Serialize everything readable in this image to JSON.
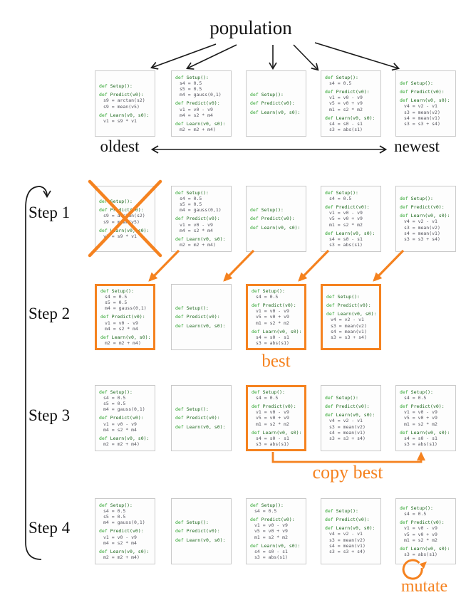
{
  "colors": {
    "orange": "#f5821f",
    "keyword_green": "#2fa52f",
    "signature_green": "#1a661a",
    "code_body_gray": "#55555e",
    "arrow_black": "#1a1a1a",
    "card_border_gray": "#c9c9c9"
  },
  "labels": {
    "population": "population",
    "oldest": "oldest",
    "newest": "newest",
    "steps": [
      "Step 1",
      "Step 2",
      "Step 3",
      "Step 4"
    ],
    "best": "best",
    "copy_best": "copy best",
    "mutate": "mutate"
  },
  "icons": {
    "cross_out": "orange-x-icon",
    "cycle_loop": "loop-arrow-icon",
    "mutate_loop": "circular-arrow-icon"
  },
  "programs": {
    "arctan": {
      "blocks": [
        [
          "def Setup():"
        ],
        [
          "def Predict(v0):",
          "s9 = arctan(s2)",
          "s9 = mean(v5)"
        ],
        [
          "def Learn(v0, s0):",
          "v1 = s9 * v1"
        ]
      ]
    },
    "gauss": {
      "blocks": [
        [
          "def Setup():",
          "s4 = 0.5",
          "s5 = 0.5",
          "m4 = gauss(0,1)"
        ],
        [
          "def Predict(v0):",
          "v1 = v0 - v9",
          "m4 = s2 * m4"
        ],
        [
          "def Learn(v0, s0):",
          "m2 = m2 + m4)"
        ]
      ]
    },
    "empty": {
      "blocks": [
        [
          "def Setup():"
        ],
        [
          "def Predict(v0):"
        ],
        [
          "def Learn(v0, s0):"
        ]
      ]
    },
    "best": {
      "blocks": [
        [
          "def Setup():",
          "s4 = 0.5"
        ],
        [
          "def Predict(v0):",
          "v1 = v0 - v9",
          "v5 = v0 + v9",
          "m1 = s2 * m2"
        ],
        [
          "def Learn(v0, s0):",
          "s4 = s0 - s1",
          "s3 = abs(s1)"
        ]
      ]
    },
    "mean": {
      "blocks": [
        [
          "def Setup():"
        ],
        [
          "def Predict(v0):"
        ],
        [
          "def Learn(v0, s0):",
          "v4 = v2 - v1",
          "s3 = mean(v2)",
          "s4 = mean(v1)",
          "s3 = s3 + s4)"
        ]
      ]
    },
    "mutated": {
      "blocks": [
        [
          "def Setup():",
          "s4 = 0.5"
        ],
        [
          "def Predict(v0):",
          "v1 = v0 - v9",
          "v5 = v0 + v9",
          "m1 = s2 * m2"
        ],
        [
          "def Learn(v0, s0):",
          "s3 = abs(s1)"
        ]
      ]
    }
  },
  "rows": [
    {
      "name": "population",
      "cards": [
        {
          "col": 0,
          "program": "arctan"
        },
        {
          "col": 1,
          "program": "gauss"
        },
        {
          "col": 2,
          "program": "empty"
        },
        {
          "col": 3,
          "program": "best"
        },
        {
          "col": 4,
          "program": "mean"
        }
      ]
    },
    {
      "name": "step1",
      "cards": [
        {
          "col": 0,
          "program": "arctan",
          "crossed": true
        },
        {
          "col": 1,
          "program": "gauss"
        },
        {
          "col": 2,
          "program": "empty"
        },
        {
          "col": 3,
          "program": "best"
        },
        {
          "col": 4,
          "program": "mean"
        }
      ]
    },
    {
      "name": "step2",
      "cards": [
        {
          "col": 0,
          "program": "gauss",
          "highlight": true
        },
        {
          "col": 1,
          "program": "empty"
        },
        {
          "col": 2,
          "program": "best",
          "highlight": true
        },
        {
          "col": 3,
          "program": "mean",
          "highlight": true
        }
      ]
    },
    {
      "name": "step3",
      "cards": [
        {
          "col": 0,
          "program": "gauss"
        },
        {
          "col": 1,
          "program": "empty"
        },
        {
          "col": 2,
          "program": "best",
          "highlight": true
        },
        {
          "col": 3,
          "program": "mean"
        },
        {
          "col": 4,
          "program": "best"
        }
      ]
    },
    {
      "name": "step4",
      "cards": [
        {
          "col": 0,
          "program": "gauss"
        },
        {
          "col": 1,
          "program": "empty"
        },
        {
          "col": 2,
          "program": "best"
        },
        {
          "col": 3,
          "program": "mean"
        },
        {
          "col": 4,
          "program": "mutated"
        }
      ]
    }
  ]
}
